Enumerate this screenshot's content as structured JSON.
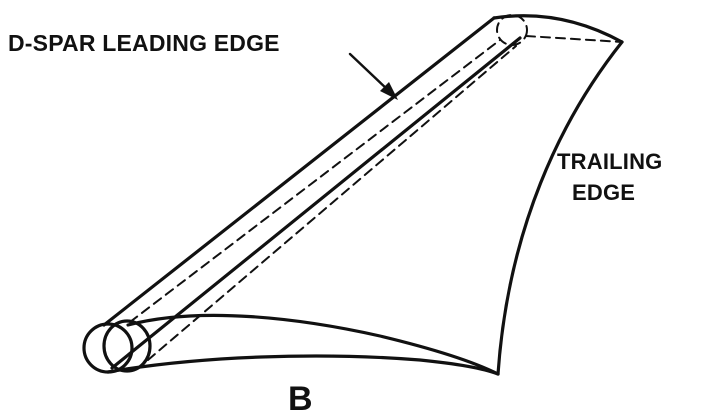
{
  "labels": {
    "leading_edge": "D-SPAR LEADING EDGE",
    "trailing_edge_line1": "TRAILING",
    "trailing_edge_line2": "EDGE",
    "figure_letter": "B"
  },
  "colors": {
    "ink": "#111111",
    "background": "#ffffff"
  }
}
